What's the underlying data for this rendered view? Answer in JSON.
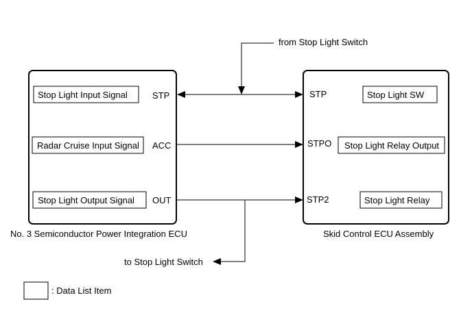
{
  "diagram": {
    "left_ecu": {
      "name": "No. 3 Semiconductor Power Integration ECU",
      "items": [
        {
          "label": "Stop Light Input Signal",
          "pin": "STP"
        },
        {
          "label": "Radar Cruise Input Signal",
          "pin": "ACC"
        },
        {
          "label": "Stop Light Output Signal",
          "pin": "OUT"
        }
      ]
    },
    "right_ecu": {
      "name": "Skid Control ECU Assembly",
      "items": [
        {
          "label": "Stop Light SW",
          "pin": "STP"
        },
        {
          "label": "Stop Light Relay Output",
          "pin": "STPO"
        },
        {
          "label": "Stop Light Relay",
          "pin": "STP2"
        }
      ]
    },
    "from_switch_label": "from Stop Light Switch",
    "to_switch_label": "to Stop Light Switch",
    "legend_text": ": Data List Item"
  }
}
